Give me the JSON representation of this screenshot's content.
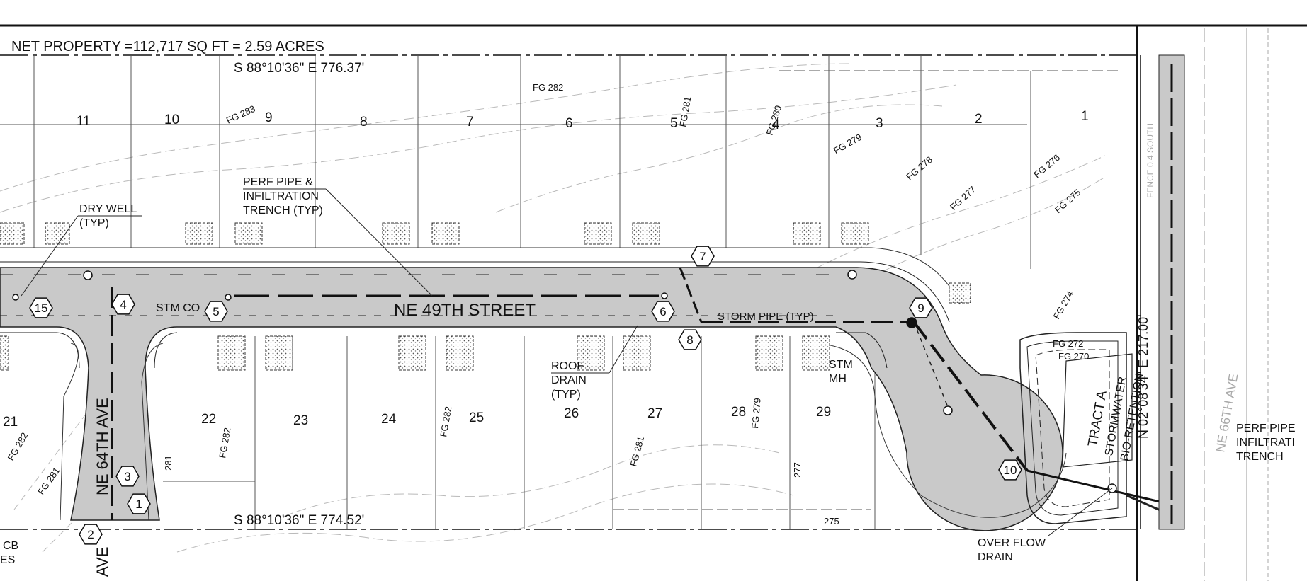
{
  "plan": {
    "net_property": "NET PROPERTY =112,717 SQ FT = 2.59 ACRES",
    "bearing_north": "S  88°10'36\"  E    776.37'",
    "bearing_south": "S  88°10'36\"  E    774.52'",
    "bearing_east": "N  02°08'34\"  E    217.00'",
    "street_main": "NE 49TH STREET",
    "street_side": "NE 64TH AVE",
    "street_side_partial": "AVE",
    "street_east": "NE 66TH AVE",
    "lots_north": [
      {
        "n": "11"
      },
      {
        "n": "10"
      },
      {
        "n": "9"
      },
      {
        "n": "8"
      },
      {
        "n": "7"
      },
      {
        "n": "6"
      },
      {
        "n": "5"
      },
      {
        "n": "4"
      },
      {
        "n": "3"
      },
      {
        "n": "2"
      },
      {
        "n": "1"
      }
    ],
    "lots_south": [
      {
        "n": "21"
      },
      {
        "n": "22"
      },
      {
        "n": "23"
      },
      {
        "n": "24"
      },
      {
        "n": "25"
      },
      {
        "n": "26"
      },
      {
        "n": "27"
      },
      {
        "n": "28"
      },
      {
        "n": "29"
      }
    ],
    "callouts": {
      "dry_well_1": "DRY WELL",
      "dry_well_2": "(TYP)",
      "perf_pipe_1": "PERF PIPE &",
      "perf_pipe_2": "INFILTRATION",
      "perf_pipe_3": "TRENCH (TYP)",
      "stm_co": "STM CO",
      "storm_pipe": "STORM PIPE (TYP)",
      "roof_drain_1": "ROOF",
      "roof_drain_2": "DRAIN",
      "roof_drain_3": "(TYP)",
      "stm_mh_1": "STM",
      "stm_mh_2": "MH",
      "overflow_1": "OVER FLOW",
      "overflow_2": "DRAIN",
      "perf_east_1": "PERF PIPE",
      "perf_east_2": "INFILTRATI",
      "perf_east_3": "TRENCH",
      "cb": "CB",
      "es": "ES",
      "tract_1": "TRACT A",
      "tract_2": "STORMWATER",
      "tract_3": "BIO-RETENTION",
      "fence": "FENCE 0.4 SOUTH"
    },
    "hex_markers": [
      "1",
      "2",
      "3",
      "4",
      "5",
      "6",
      "7",
      "8",
      "9",
      "10",
      "15"
    ],
    "contours": {
      "fg283": "FG 283",
      "fg282": "FG 282",
      "fg281": "FG 281",
      "fg280": "FG 280",
      "fg279": "FG 279",
      "fg278": "FG 278",
      "fg277": "FG 277",
      "fg276": "FG 276",
      "fg275": "FG 275",
      "fg274": "FG 274",
      "fg272": "FG 272",
      "fg270": "FG 270",
      "c281": "281",
      "c277": "277",
      "c275": "275"
    },
    "colors": {
      "road": "#c9c9c9",
      "linework": "#1a1a1a",
      "contour": "#b5b5b5"
    }
  }
}
